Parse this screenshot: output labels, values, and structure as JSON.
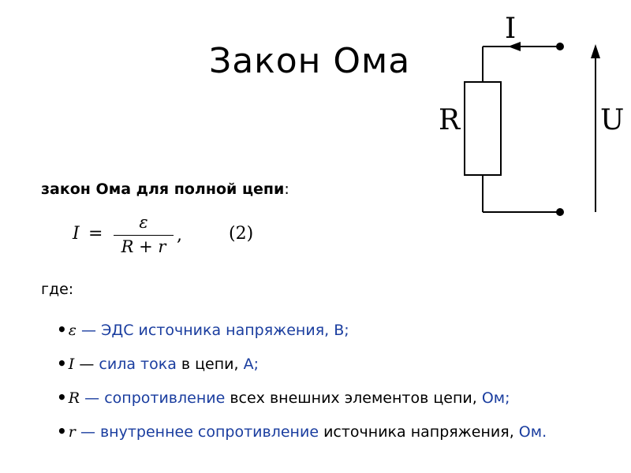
{
  "title": "Закон Ома",
  "circuit": {
    "current_label": "I",
    "resistor_label": "R",
    "voltage_label": "U"
  },
  "subtitle": {
    "bold": "закон Ома для полной цепи",
    "rest": ":"
  },
  "formula": {
    "lhs": "I",
    "eq": "=",
    "numerator": "ε",
    "denominator": "R + r",
    "comma": ",",
    "number": "(2)"
  },
  "where": "где:",
  "items": [
    {
      "symbol": "ε",
      "text": "— ЭДС источника напряжения, В;"
    },
    {
      "symbol": "I",
      "text_a": "—",
      "text_b": "сила тока",
      "text_c": "в цепи,",
      "text_d": "А;"
    },
    {
      "symbol": "R",
      "text_a": "— сопротивление",
      "text_b": "всех внешних элементов цепи,",
      "text_c": "Ом;"
    },
    {
      "symbol": "r",
      "text_a": "— внутреннее сопротивление",
      "text_b": "источника напряжения,",
      "text_c": "Ом."
    }
  ]
}
